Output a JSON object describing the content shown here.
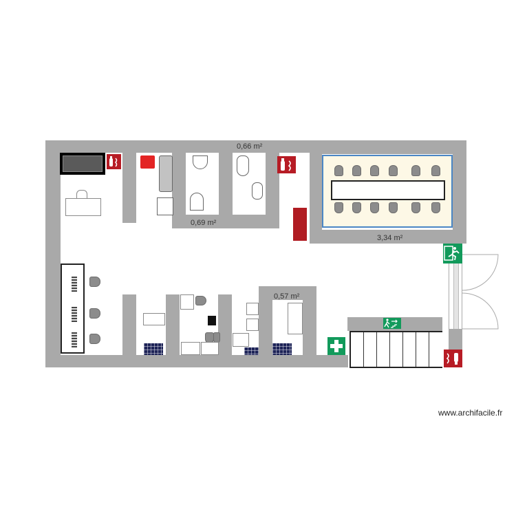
{
  "plan": {
    "type": "floor-plan",
    "areas": {
      "wc_top": "0,66 m²",
      "wc_left": "0,69 m²",
      "meeting_room": "3,34 m²",
      "office_small": "0,57 m²"
    },
    "watermark": "www.archifacile.fr",
    "colors": {
      "wall": "#a9a9a9",
      "fire_sign": "#b71c25",
      "safety_green": "#129a5b",
      "meeting_floor": "#fdf8e6",
      "meeting_border": "#4a86c5",
      "fire_cabinet": "#b01c22",
      "solar_panel": "#1d2357"
    },
    "symbols": {
      "fire_extinguisher": "🧯",
      "first_aid": "+",
      "emergency_exit": "exit-running-man",
      "stairs_exit": "exit-stairs-arrow"
    },
    "rooms": [
      {
        "name": "office-entrance",
        "items": [
          "tv-screen",
          "fire-extinguisher-sign",
          "desk-with-chair"
        ]
      },
      {
        "name": "kitchen",
        "items": [
          "red-box",
          "sink",
          "counter-appliance"
        ]
      },
      {
        "name": "wc-left",
        "area": "0,69 m²",
        "items": [
          "washbasin",
          "urinal"
        ]
      },
      {
        "name": "wc-right",
        "area": "0,66 m²",
        "items": [
          "toilet",
          "washbasin"
        ]
      },
      {
        "name": "fire-point",
        "items": [
          "fire-extinguisher-sign",
          "fire-cabinet"
        ]
      },
      {
        "name": "meeting-room",
        "area": "3,34 m²",
        "items": [
          "conference-table",
          "12-chairs"
        ]
      },
      {
        "name": "open-space",
        "items": [
          "workbench-3-stations",
          "3-chairs"
        ]
      },
      {
        "name": "office-2",
        "items": [
          "desk",
          "solar-panel"
        ]
      },
      {
        "name": "office-3",
        "items": [
          "4-desks",
          "printer",
          "2-chairs"
        ]
      },
      {
        "name": "office-4",
        "items": [
          "3-desks",
          "solar-panel"
        ]
      },
      {
        "name": "office-small",
        "area": "0,57 m²",
        "items": [
          "desk",
          "solar-panel"
        ]
      },
      {
        "name": "stairwell",
        "items": [
          "stairs-7-steps",
          "exit-stairs-sign",
          "first-aid-sign"
        ]
      },
      {
        "name": "main-exit",
        "items": [
          "double-door",
          "emergency-exit-sign",
          "fire-extinguisher-sign"
        ]
      }
    ]
  }
}
